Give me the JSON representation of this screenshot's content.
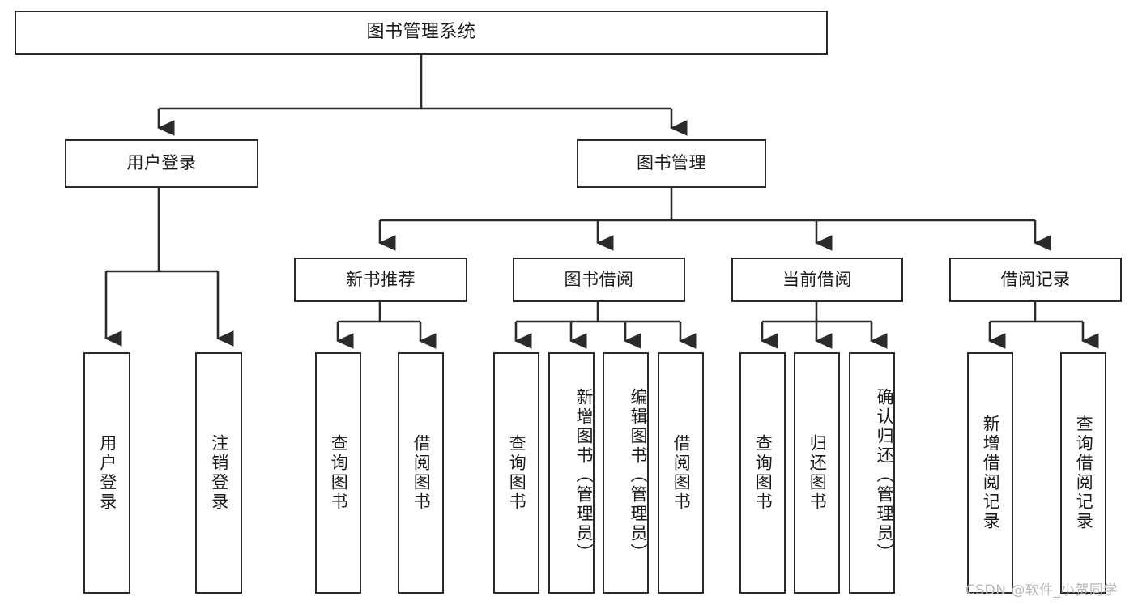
{
  "diagram": {
    "type": "hierarchy-tree",
    "title": "图书管理系统",
    "root": {
      "label": "图书管理系统"
    },
    "level2": [
      {
        "label": "用户登录"
      },
      {
        "label": "图书管理"
      }
    ],
    "level3": [
      {
        "label": "新书推荐"
      },
      {
        "label": "图书借阅"
      },
      {
        "label": "当前借阅"
      },
      {
        "label": "借阅记录"
      }
    ],
    "leaves": {
      "user_login": [
        {
          "label": "用户登录"
        },
        {
          "label": "注销登录"
        }
      ],
      "new_book_recommend": [
        {
          "label": "查询图书"
        },
        {
          "label": "借阅图书"
        }
      ],
      "book_borrow": [
        {
          "label": "查询图书"
        },
        {
          "label": "新增图书（管理员）"
        },
        {
          "label": "编辑图书（管理员）"
        },
        {
          "label": "借阅图书"
        }
      ],
      "current_borrow": [
        {
          "label": "查询图书"
        },
        {
          "label": "归还图书"
        },
        {
          "label": "确认归还（管理员）"
        }
      ],
      "borrow_record": [
        {
          "label": "新增借阅记录"
        },
        {
          "label": "查询借阅记录"
        }
      ]
    },
    "watermark": "CSDN @软件_小贺同学",
    "colors": {
      "stroke": "#2b2b2b",
      "fill": "#ffffff",
      "text": "#1a1a1a",
      "watermark": "#b7b7b7"
    }
  }
}
